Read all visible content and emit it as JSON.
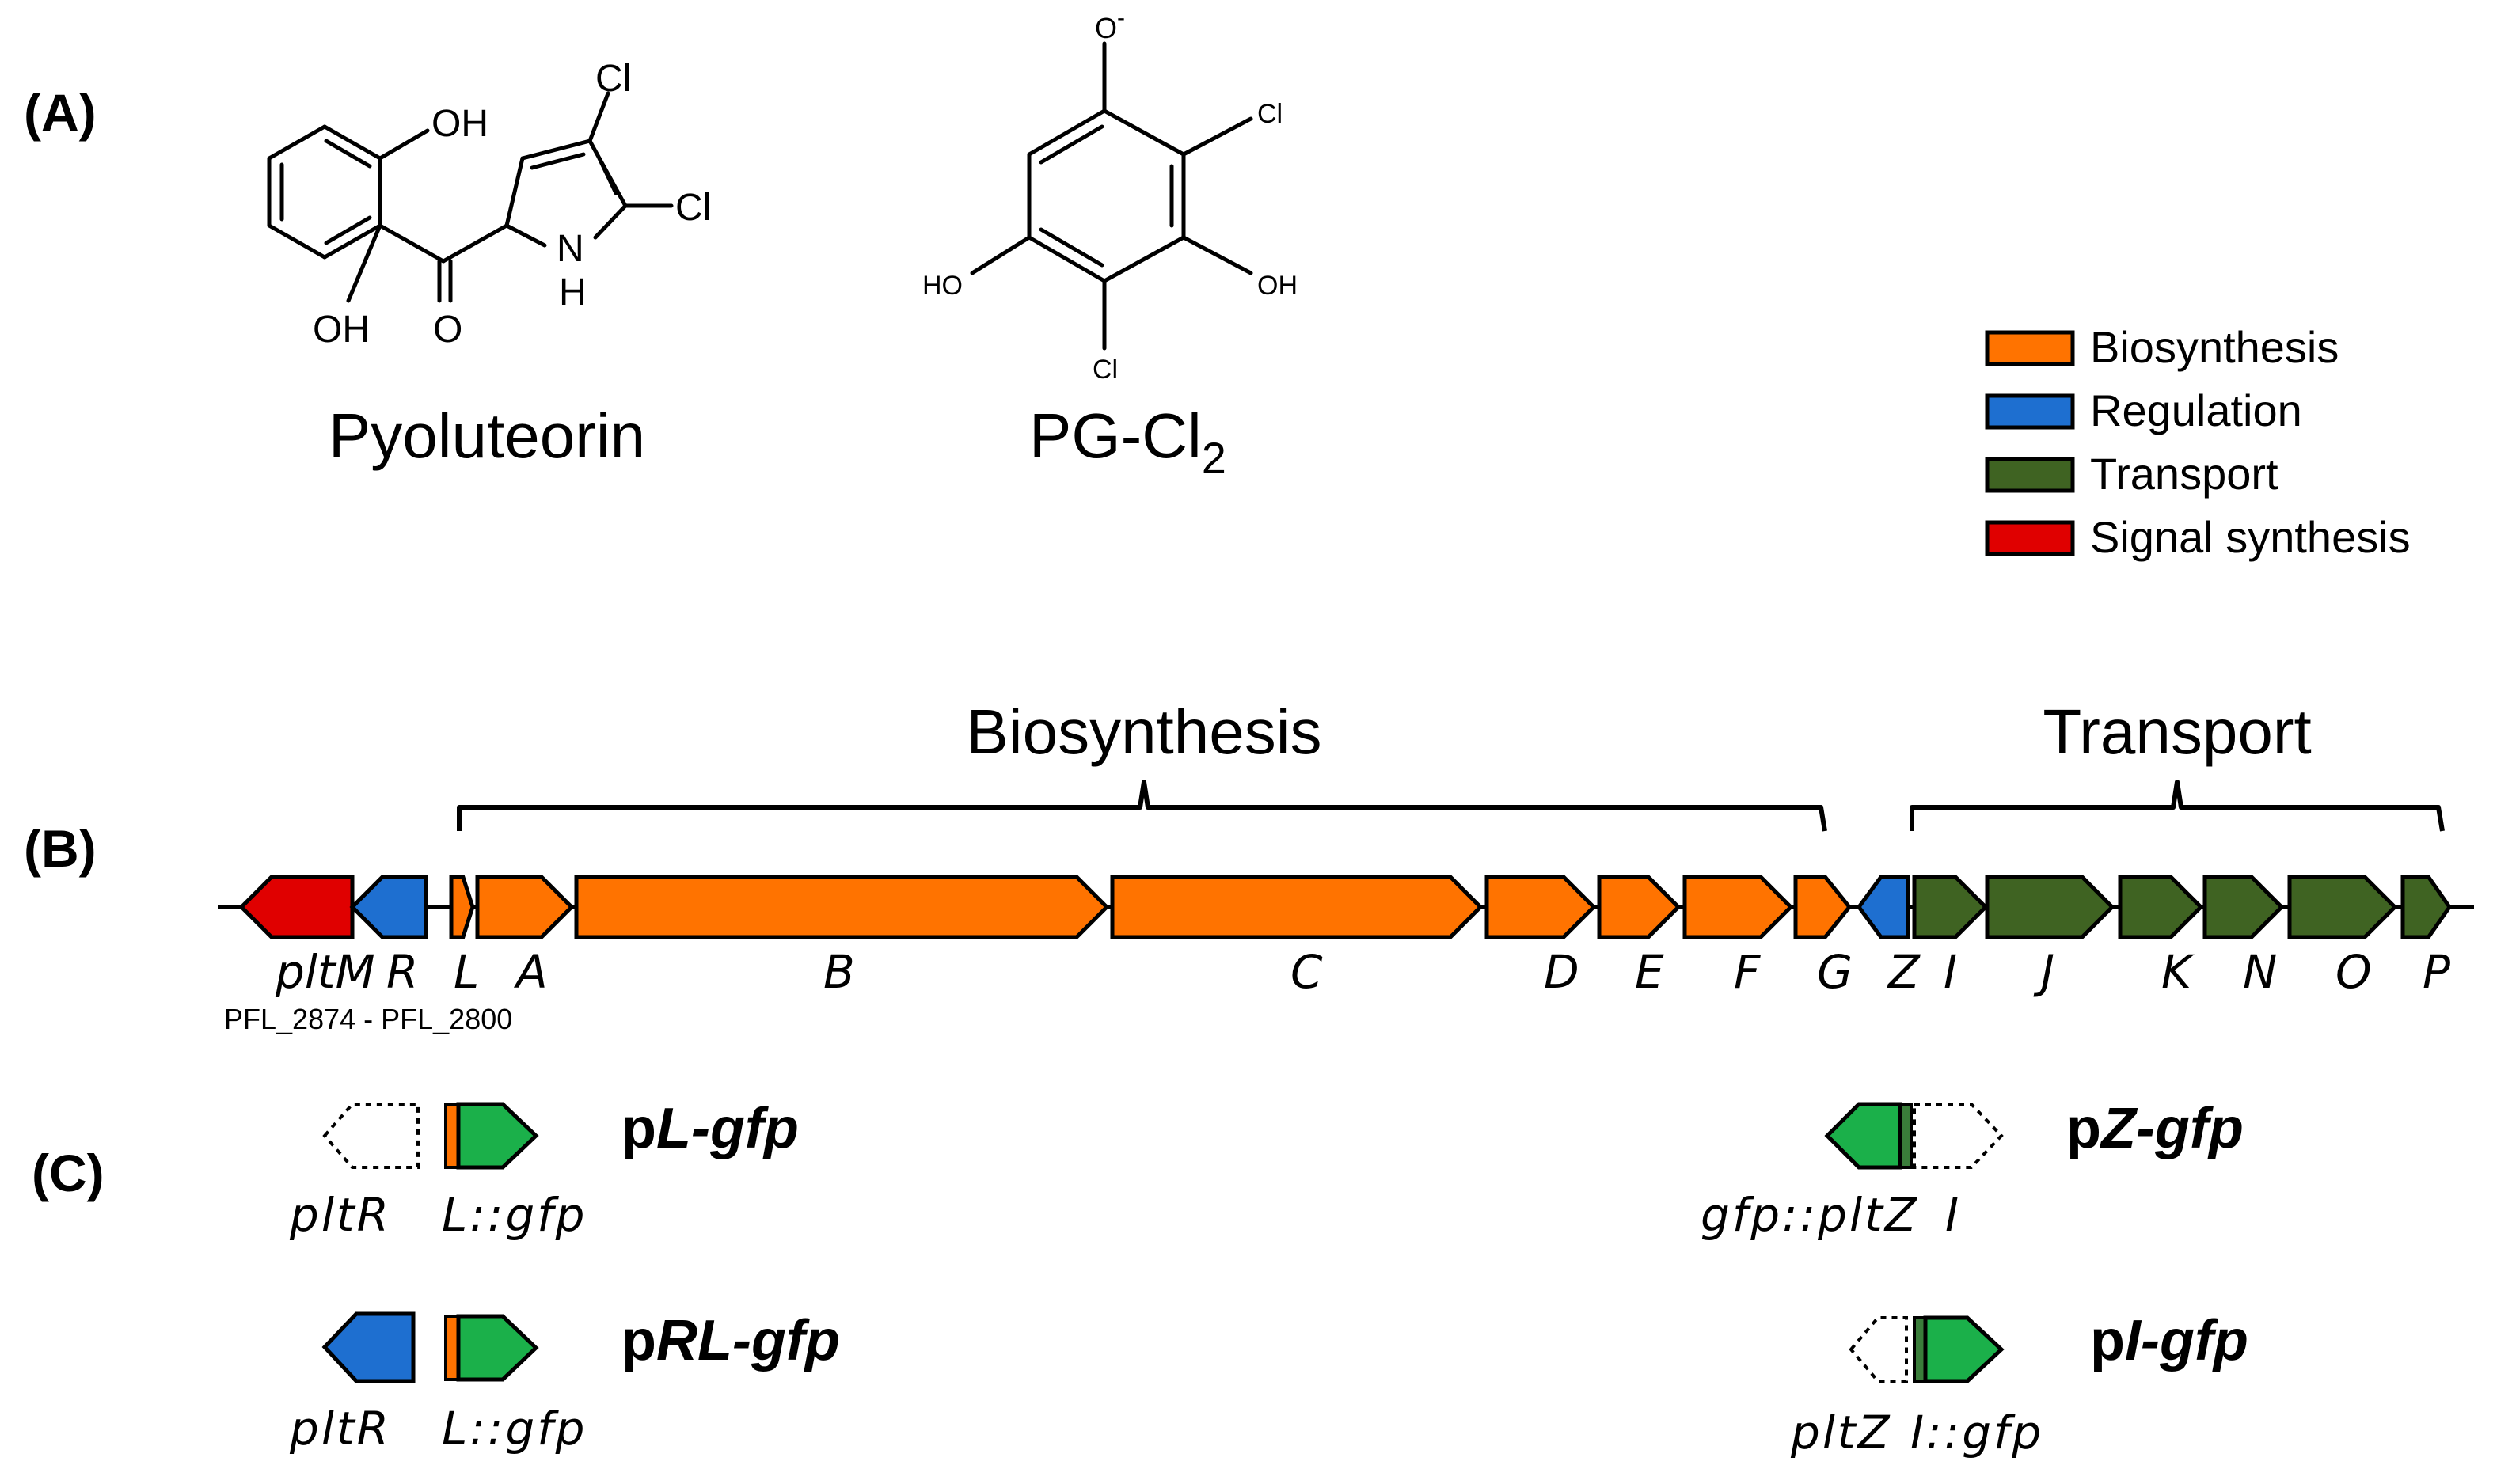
{
  "panels": {
    "a": "(A)",
    "b": "(B)",
    "c": "(C)"
  },
  "chemistry": {
    "pyoluteorin": {
      "name": "Pyoluteorin",
      "atoms": {
        "oh_top": "OH",
        "oh_bottom": "OH",
        "carbonyl_o": "O",
        "nh_n": "N",
        "nh_h": "H",
        "cl_top": "Cl",
        "cl_right": "Cl"
      }
    },
    "pgcl2": {
      "name_main": "PG-Cl",
      "name_sub": "2",
      "atoms": {
        "o_minus": "O",
        "charge": "-",
        "cl_right": "Cl",
        "cl_bottom": "Cl",
        "ho_left": "HO",
        "oh_right": "OH"
      }
    }
  },
  "legend": [
    {
      "label": "Biosynthesis",
      "color": "#ff7300"
    },
    {
      "label": "Regulation",
      "color": "#1e6fd0"
    },
    {
      "label": "Transport",
      "color": "#3f6322"
    },
    {
      "label": "Signal synthesis",
      "color": "#e00000"
    }
  ],
  "brackets": {
    "biosynthesis": "Biosynthesis",
    "transport": "Transport"
  },
  "genes": [
    {
      "label": "pltM",
      "color": "#e00000"
    },
    {
      "label": "R",
      "color": "#1e6fd0"
    },
    {
      "label": "L",
      "color": "#ff7300"
    },
    {
      "label": "A",
      "color": "#ff7300"
    },
    {
      "label": "B",
      "color": "#ff7300"
    },
    {
      "label": "C",
      "color": "#ff7300"
    },
    {
      "label": "D",
      "color": "#ff7300"
    },
    {
      "label": "E",
      "color": "#ff7300"
    },
    {
      "label": "F",
      "color": "#ff7300"
    },
    {
      "label": "G",
      "color": "#ff7300"
    },
    {
      "label": "Z",
      "color": "#1e6fd0"
    },
    {
      "label": "I",
      "color": "#3f6322"
    },
    {
      "label": "J",
      "color": "#3f6322"
    },
    {
      "label": "K",
      "color": "#3f6322"
    },
    {
      "label": "N",
      "color": "#3f6322"
    },
    {
      "label": "O",
      "color": "#3f6322"
    },
    {
      "label": "P",
      "color": "#3f6322"
    }
  ],
  "locus_range": "PFL_2874 - PFL_2800",
  "gfp_color": "#1bb04a",
  "constructs": {
    "pL": {
      "name_p": "p",
      "name_it": "L",
      "name_rest": "-gfp",
      "left_label": "pltR",
      "right_label": "L::gfp"
    },
    "pRL": {
      "name_p": "p",
      "name_it": "RL",
      "name_rest": "-gfp",
      "left_label": "pltR",
      "right_label": "L::gfp"
    },
    "pZ": {
      "name_p": "p",
      "name_it": "Z",
      "name_rest": "-gfp",
      "left_label": "gfp::pltZ",
      "right_label": "I"
    },
    "pI": {
      "name_p": "p",
      "name_it": "I",
      "name_rest": "-gfp",
      "left_label": "pltZ",
      "right_label": "I::gfp"
    }
  }
}
